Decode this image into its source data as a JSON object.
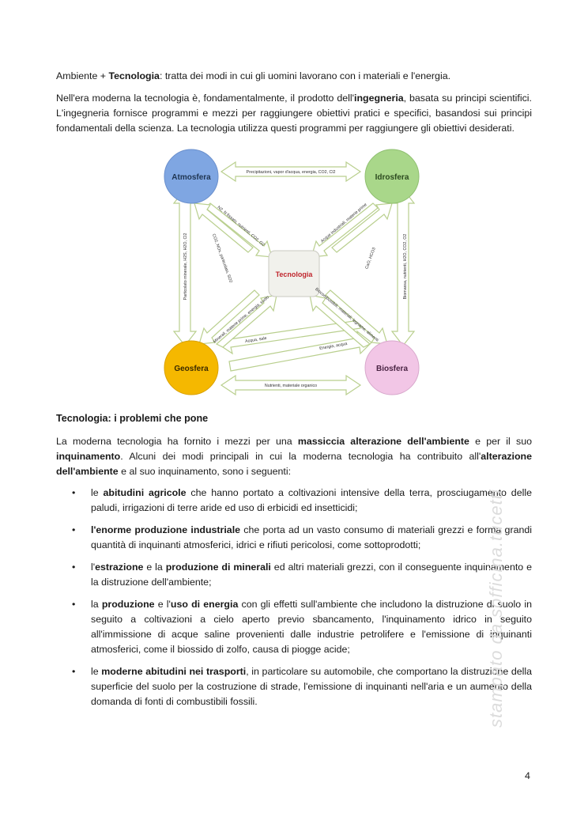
{
  "intro": {
    "p1": {
      "t1": "Ambiente + ",
      "b1": "Tecnologia",
      "t2": ": tratta dei modi in cui gli uomini lavorano con i materiali e l'energia."
    },
    "p2": {
      "t1": "Nell'era moderna la tecnologia è, fondamentalmente, il prodotto dell'",
      "b1": "ingegneria",
      "t2": ", basata su principi scientifici. L'ingegneria fornisce programmi e mezzi per raggiungere obiettivi pratici e specifici, basandosi sui principi fondamentali della scienza. La tecnologia utilizza questi programmi per raggiungere gli obiettivi desiderati."
    }
  },
  "diagram": {
    "nodes": {
      "atmosfera": "Atmosfera",
      "idrosfera": "Idrosfera",
      "geosfera": "Geosfera",
      "biosfera": "Biosfera",
      "tecnologia": "Tecnologia"
    },
    "colors": {
      "atmosfera": "#7fa6e2",
      "idrosfera": "#a9d78a",
      "geosfera": "#f5b800",
      "biosfera": "#f2c6e6",
      "tecnologia": "#f1f1ec",
      "tecnologia_text": "#c0262d",
      "arrow_fill": "#ffffff",
      "arrow_stroke": "#b9cf8e"
    },
    "labels": {
      "top": "Precipitazioni, vapor d'acqua, energia, CO2, Cl2",
      "left": "Particolato minerale, H2S, H2O, Cl2",
      "right": "Biomassa, nutrienti, H2O, CO2, O2",
      "bottom": "Nutrienti, materiale organico",
      "geo_bio": "Energia, acqua",
      "acqua_sale": "Acqua, sale",
      "atm_tech": "N2, N fissato, nutrienti, CO2, O2",
      "tech_atm": "CO2, NOx, particolato, SO2",
      "idro_tech": "Acque industriali, materie prime",
      "tech_idro": "CaO, HCO3",
      "geo_tech": "Minerali, materie prime, energia, suolo",
      "bio_tech": "Biocombustibili, materiali, legname, alimenti"
    }
  },
  "section": {
    "heading": "Tecnologia: i problemi che pone",
    "p": {
      "t1": "La moderna tecnologia ha fornito i mezzi per una ",
      "b1": "massiccia alterazione dell'ambiente",
      "t2": " e per il suo ",
      "b2": "inquinamento",
      "t3": ". Alcuni dei modi principali in cui la moderna tecnologia ha contribuito all'",
      "b3": "alterazione dell'ambiente",
      "t4": " e al suo inquinamento, sono i seguenti:"
    }
  },
  "bullets": {
    "symbol": "•",
    "i1": {
      "t1": "le ",
      "b1": "abitudini agricole",
      "t2": " che hanno portato a coltivazioni intensive della terra, prosciugamento delle paludi, irrigazioni di terre aride ed uso di erbicidi ed insetticidi;"
    },
    "i2": {
      "b1": "l'enorme produzione industriale",
      "t1": " che porta ad un vasto consumo di materiali grezzi e forma grandi quantità di inquinanti atmosferici, idrici e rifiuti pericolosi, come sottoprodotti;"
    },
    "i3": {
      "t1": "l'",
      "b1": "estrazione",
      "t2": " e la ",
      "b2": "produzione di minerali",
      "t3": " ed altri materiali grezzi, con il conseguente inquinamento e la distruzione dell'ambiente;"
    },
    "i4": {
      "t1": "la ",
      "b1": "produzione",
      "t2": " e l'",
      "b2": "uso di energia",
      "t3": " con gli effetti sull'ambiente che includono la distruzione di suolo in seguito a coltivazioni a cielo aperto previo sbancamento, l'inquinamento idrico in seguito all'immissione di acque saline provenienti dalle industrie petrolifere e l'emissione di inquinanti atmosferici, come il biossido di zolfo, causa di piogge acide;"
    },
    "i5": {
      "t1": "le ",
      "b1": "moderne abitudini nei trasporti",
      "t2": ", in particolare su automobile, che comportano la distruzione della superficie del suolo per la costruzione di strade, l'emissione di inquinanti nell'aria e un aumento della domanda di fonti di combustibili fossili."
    }
  },
  "page_number": "4",
  "watermark": "stampato da sofficina.tucetti"
}
